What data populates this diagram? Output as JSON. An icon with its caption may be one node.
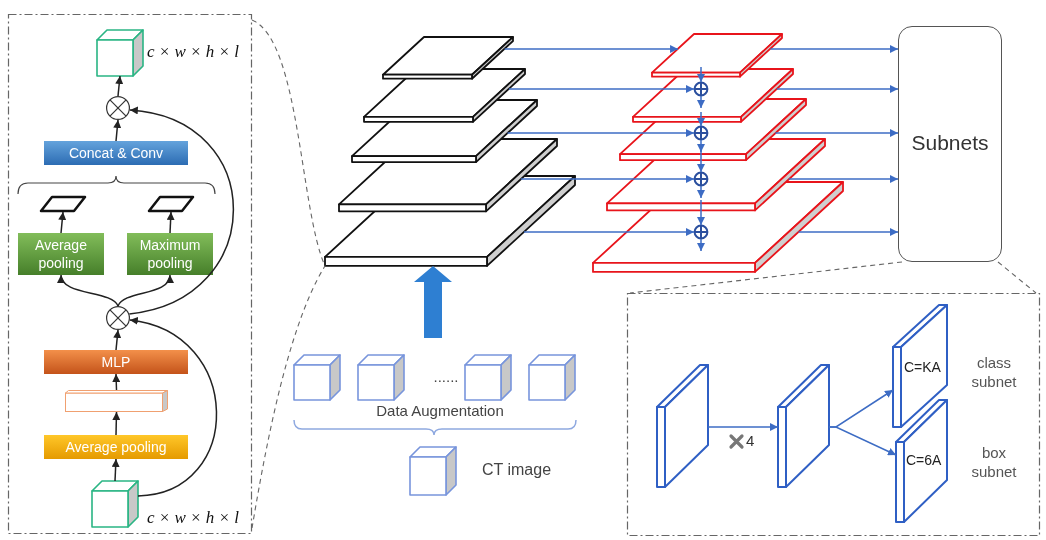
{
  "diagram": {
    "nodes": [
      {
        "text": [],
        "shape": "box"
      },
      {
        "text": [],
        "shape": "cube",
        "in": 0,
        "beside": [
          "c × w × h × l"
        ]
      },
      {
        "text": [],
        "shape": "circle",
        "in": 0
      },
      {
        "text": [
          "Concat & Conv"
        ],
        "in": 0
      },
      {
        "text": [],
        "shape": "parallelogram",
        "in": 0
      },
      {
        "text": [],
        "shape": "parallelogram",
        "in": 0
      },
      {
        "text": [
          "Average pooling"
        ],
        "in": 0
      },
      {
        "text": [
          "Maximum pooling"
        ],
        "in": 0
      },
      {
        "text": [],
        "shape": "circle",
        "in": 0
      },
      {
        "text": [
          "MLP"
        ],
        "in": 0
      },
      {
        "text": [],
        "shape": "bar",
        "in": 0
      },
      {
        "text": [
          "Average pooling"
        ],
        "in": 0
      },
      {
        "text": [],
        "shape": "cube",
        "in": 0,
        "beside": [
          "c × w × h × l"
        ]
      },
      {
        "text": [],
        "shape": "plate"
      },
      {
        "text": [],
        "shape": "plate"
      },
      {
        "text": [],
        "shape": "plate"
      },
      {
        "text": [],
        "shape": "plate"
      },
      {
        "text": [],
        "shape": "plate"
      },
      {
        "text": [],
        "shape": "plate"
      },
      {
        "text": [],
        "shape": "plate"
      },
      {
        "text": [],
        "shape": "plate"
      },
      {
        "text": [],
        "shape": "plate"
      },
      {
        "text": [],
        "shape": "plate"
      },
      {
        "text": [],
        "shape": "circle",
        "in": 19
      },
      {
        "text": [],
        "shape": "circle",
        "in": 20
      },
      {
        "text": [],
        "shape": "circle",
        "in": 21
      },
      {
        "text": [],
        "shape": "circle",
        "in": 22
      },
      {
        "text": [
          "Subnets"
        ]
      },
      {
        "text": [],
        "shape": "cube"
      },
      {
        "text": [],
        "shape": "cube"
      },
      {
        "text": [],
        "shape": "cube"
      },
      {
        "text": [],
        "shape": "cube"
      },
      {
        "text": [],
        "shape": "cube",
        "beside": [
          "CT image"
        ]
      },
      {
        "text": [],
        "shape": "box"
      },
      {
        "text": [],
        "shape": "slab",
        "in": 33
      },
      {
        "text": [],
        "shape": "slab",
        "in": 33
      },
      {
        "text": [
          "C=KA"
        ],
        "in": 33,
        "beside": [
          "class subnet"
        ]
      },
      {
        "text": [
          "C=6A"
        ],
        "in": 33,
        "beside": [
          "box subnet"
        ]
      }
    ],
    "edges": [
      {
        "from": 12,
        "to": 11,
        "arrow": "to",
        "color": "#222222"
      },
      {
        "from": 11,
        "to": 10,
        "arrow": "to",
        "color": "#222222"
      },
      {
        "from": 10,
        "to": 9,
        "arrow": "to",
        "color": "#222222"
      },
      {
        "from": 9,
        "to": 8,
        "arrow": "to",
        "color": "#222222"
      },
      {
        "from": 8,
        "to": 6,
        "arrow": "to",
        "color": "#222222"
      },
      {
        "from": 8,
        "to": 7,
        "arrow": "to",
        "color": "#222222"
      },
      {
        "from": 6,
        "to": 4,
        "arrow": "to",
        "color": "#222222"
      },
      {
        "from": 7,
        "to": 5,
        "arrow": "to",
        "color": "#222222"
      },
      {
        "from": 3,
        "to": 2,
        "arrow": "to",
        "color": "#222222"
      },
      {
        "from": 2,
        "to": 1,
        "arrow": "to",
        "color": "#222222"
      },
      {
        "from": 12,
        "to": 8,
        "arrow": "to",
        "color": "#222222"
      },
      {
        "from": 8,
        "to": 2,
        "arrow": "to",
        "color": "#222222"
      },
      {
        "from": 13,
        "to": 18,
        "arrow": "to"
      },
      {
        "from": 14,
        "to": 23,
        "arrow": "to"
      },
      {
        "from": 15,
        "to": 24,
        "arrow": "to"
      },
      {
        "from": 16,
        "to": 25,
        "arrow": "to"
      },
      {
        "from": 17,
        "to": 26,
        "arrow": "to"
      },
      {
        "from": 18,
        "to": 23,
        "arrow": "to"
      },
      {
        "from": 23,
        "to": 19,
        "arrow": "to"
      },
      {
        "from": 19,
        "to": 24,
        "arrow": "to"
      },
      {
        "from": 24,
        "to": 20,
        "arrow": "to"
      },
      {
        "from": 20,
        "to": 25,
        "arrow": "to"
      },
      {
        "from": 25,
        "to": 21,
        "arrow": "to"
      },
      {
        "from": 21,
        "to": 26,
        "arrow": "to"
      },
      {
        "from": 26,
        "to": 22,
        "arrow": "to"
      },
      {
        "from": 18,
        "to": 27,
        "arrow": "to"
      },
      {
        "from": 19,
        "to": 27,
        "arrow": "to"
      },
      {
        "from": 20,
        "to": 27,
        "arrow": "to"
      },
      {
        "from": 21,
        "to": 27,
        "arrow": "to"
      },
      {
        "from": 22,
        "to": 27,
        "arrow": "to"
      },
      {
        "from": null,
        "to": 17,
        "arrow": "to",
        "style": "thick",
        "color": "#2e7fd2"
      },
      {
        "from": 34,
        "to": 35,
        "arrow": "to",
        "label": "4"
      },
      {
        "from": 35,
        "to": 36,
        "arrow": "to"
      },
      {
        "from": 35,
        "to": 37,
        "arrow": "to"
      },
      {
        "from": 0,
        "to": 17,
        "arrow": "none",
        "style": "dashed",
        "color": "#666666"
      },
      {
        "from": 0,
        "to": 17,
        "arrow": "none",
        "style": "dashed",
        "color": "#666666"
      },
      {
        "from": 27,
        "to": 33,
        "arrow": "none",
        "style": "dashed",
        "color": "#666666"
      },
      {
        "from": 27,
        "to": 33,
        "arrow": "none",
        "style": "dashed",
        "color": "#666666"
      }
    ],
    "labels": [
      "......",
      "Data Augmentation"
    ]
  }
}
